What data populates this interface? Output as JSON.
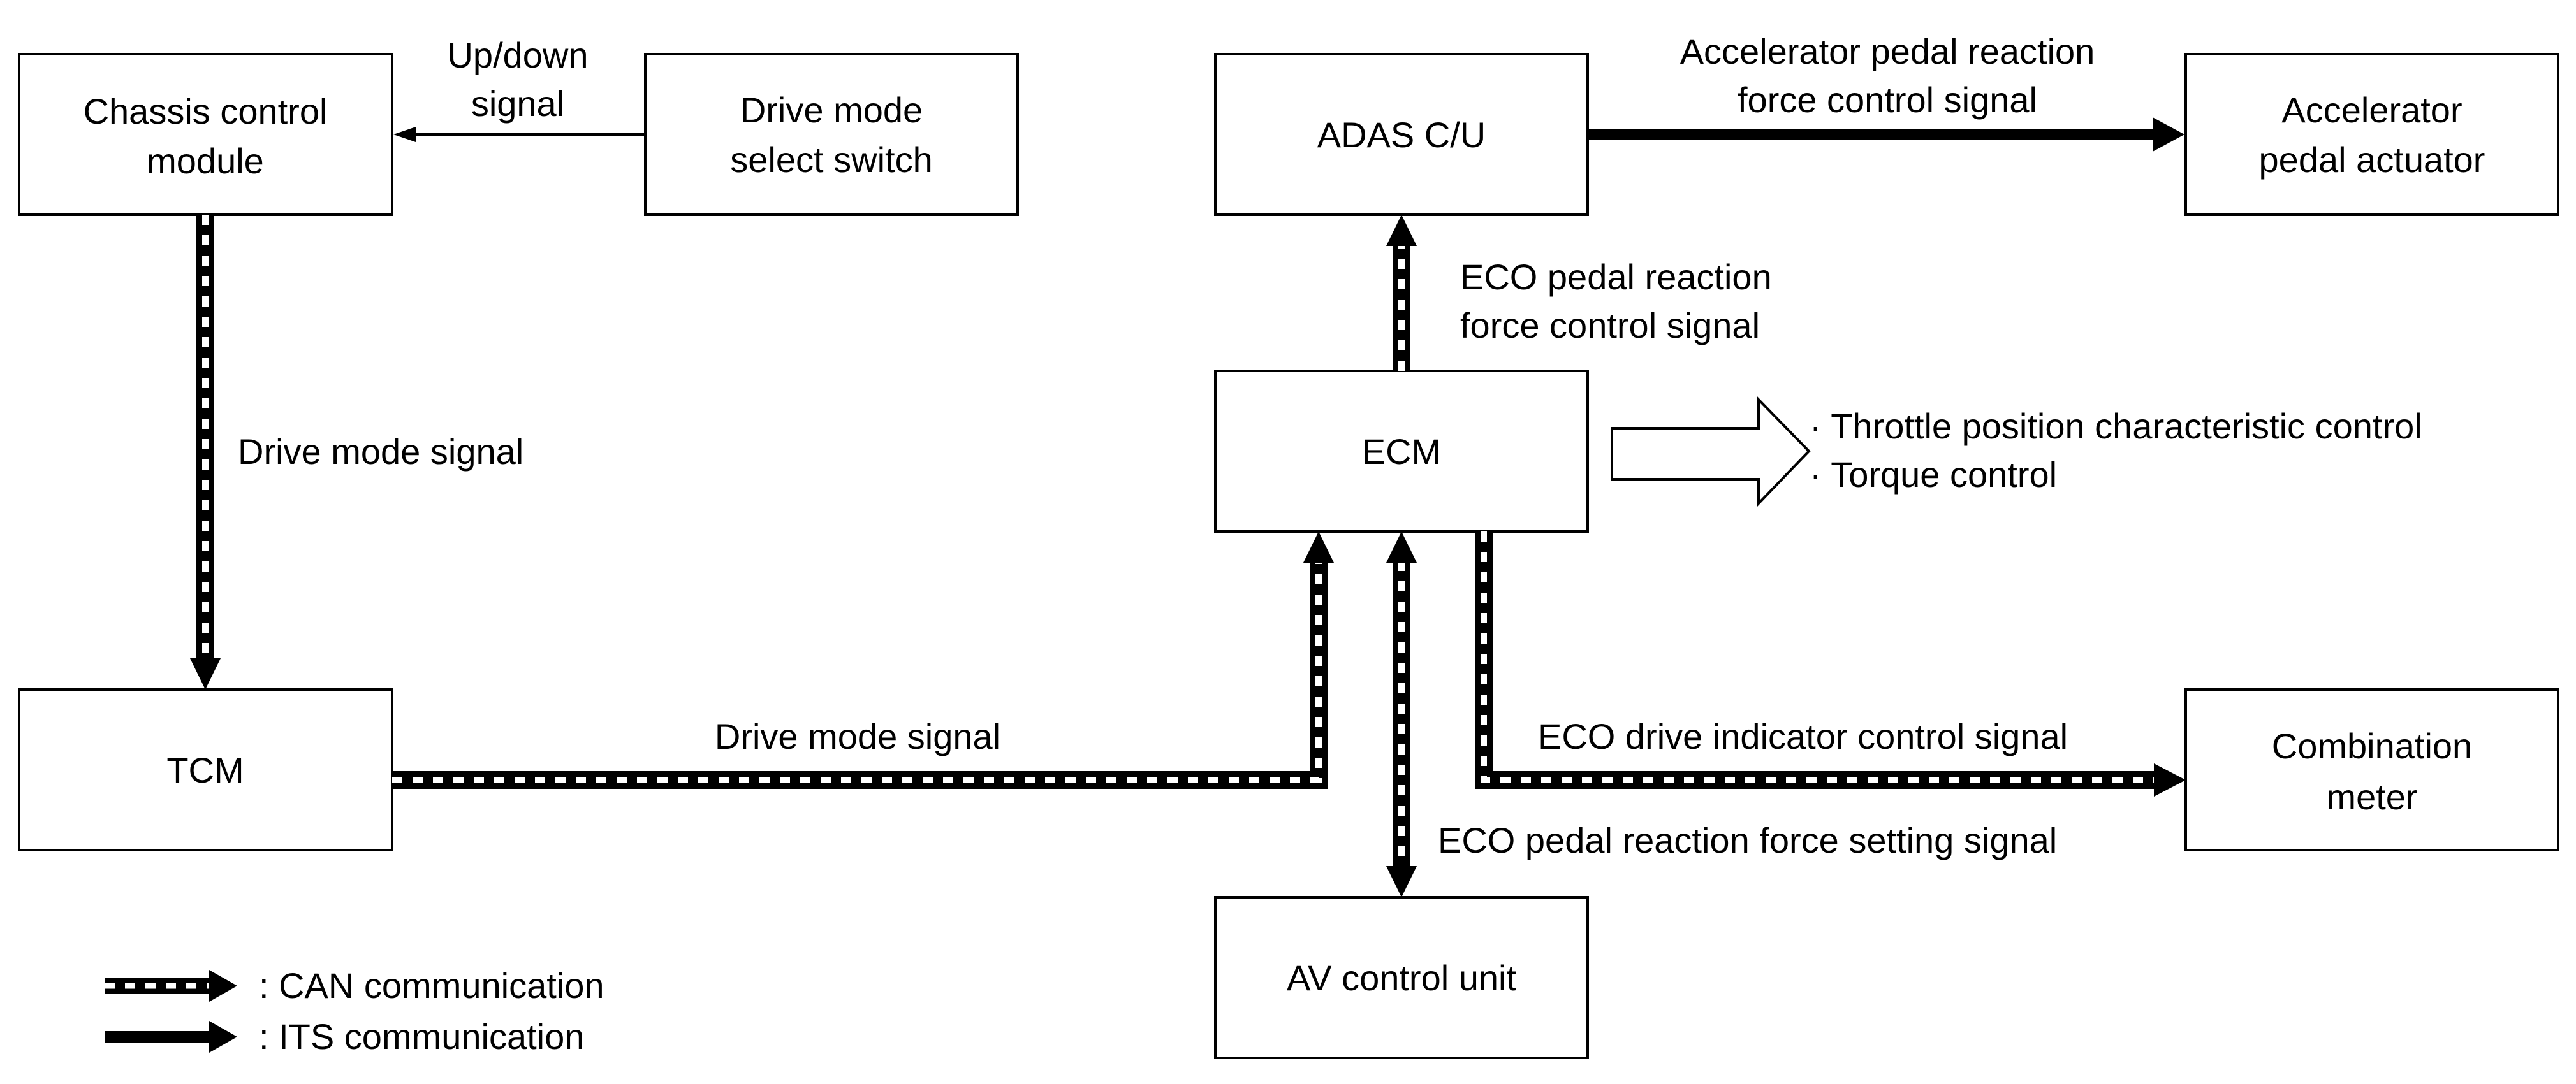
{
  "blocks": {
    "chassis": [
      "Chassis control",
      "module"
    ],
    "drive_switch": [
      "Drive mode",
      "select switch"
    ],
    "adas": [
      "ADAS C/U"
    ],
    "accel_actuator": [
      "Accelerator",
      "pedal actuator"
    ],
    "ecm": [
      "ECM"
    ],
    "tcm": [
      "TCM"
    ],
    "combination_meter": [
      "Combination",
      "meter"
    ],
    "av_control": [
      "AV control unit"
    ]
  },
  "signals": {
    "up_down": [
      "Up/down",
      "signal"
    ],
    "accel_reaction": [
      "Accelerator pedal reaction",
      "force control signal"
    ],
    "eco_pedal_reaction": [
      "ECO pedal reaction",
      "force control signal"
    ],
    "drive_mode_vertical": "Drive mode signal",
    "drive_mode_horizontal": "Drive mode signal",
    "eco_indicator": "ECO drive indicator control signal",
    "eco_setting": "ECO pedal reaction force setting signal"
  },
  "outputs": [
    "· Throttle position characteristic control",
    "· Torque control"
  ],
  "legend": {
    "can": ": CAN communication",
    "its": ": ITS communication"
  },
  "colors": {
    "line": "#000000",
    "background": "#ffffff"
  }
}
